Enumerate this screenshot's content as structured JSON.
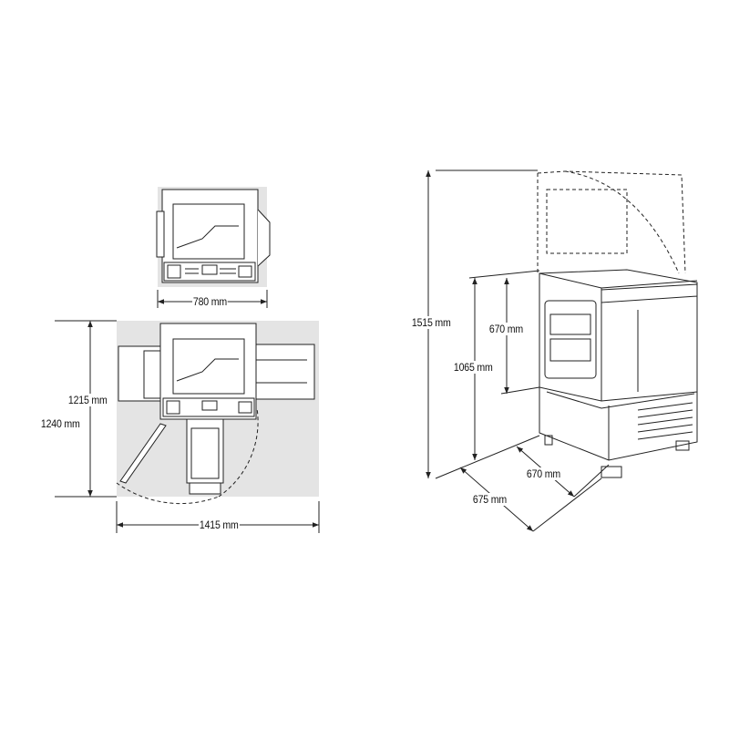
{
  "top_view": {
    "width_label": "780 mm"
  },
  "floor_view": {
    "depth_label_a": "1215 mm",
    "depth_label_b": "1240 mm",
    "width_label": "1415 mm"
  },
  "perspective_view": {
    "height_open_label": "1515 mm",
    "height_total_label": "1065 mm",
    "height_body_label": "670 mm",
    "depth_body_label": "670 mm",
    "depth_stand_label": "675 mm"
  },
  "colors": {
    "footprint": "#e4e4e4",
    "line": "#222222"
  }
}
